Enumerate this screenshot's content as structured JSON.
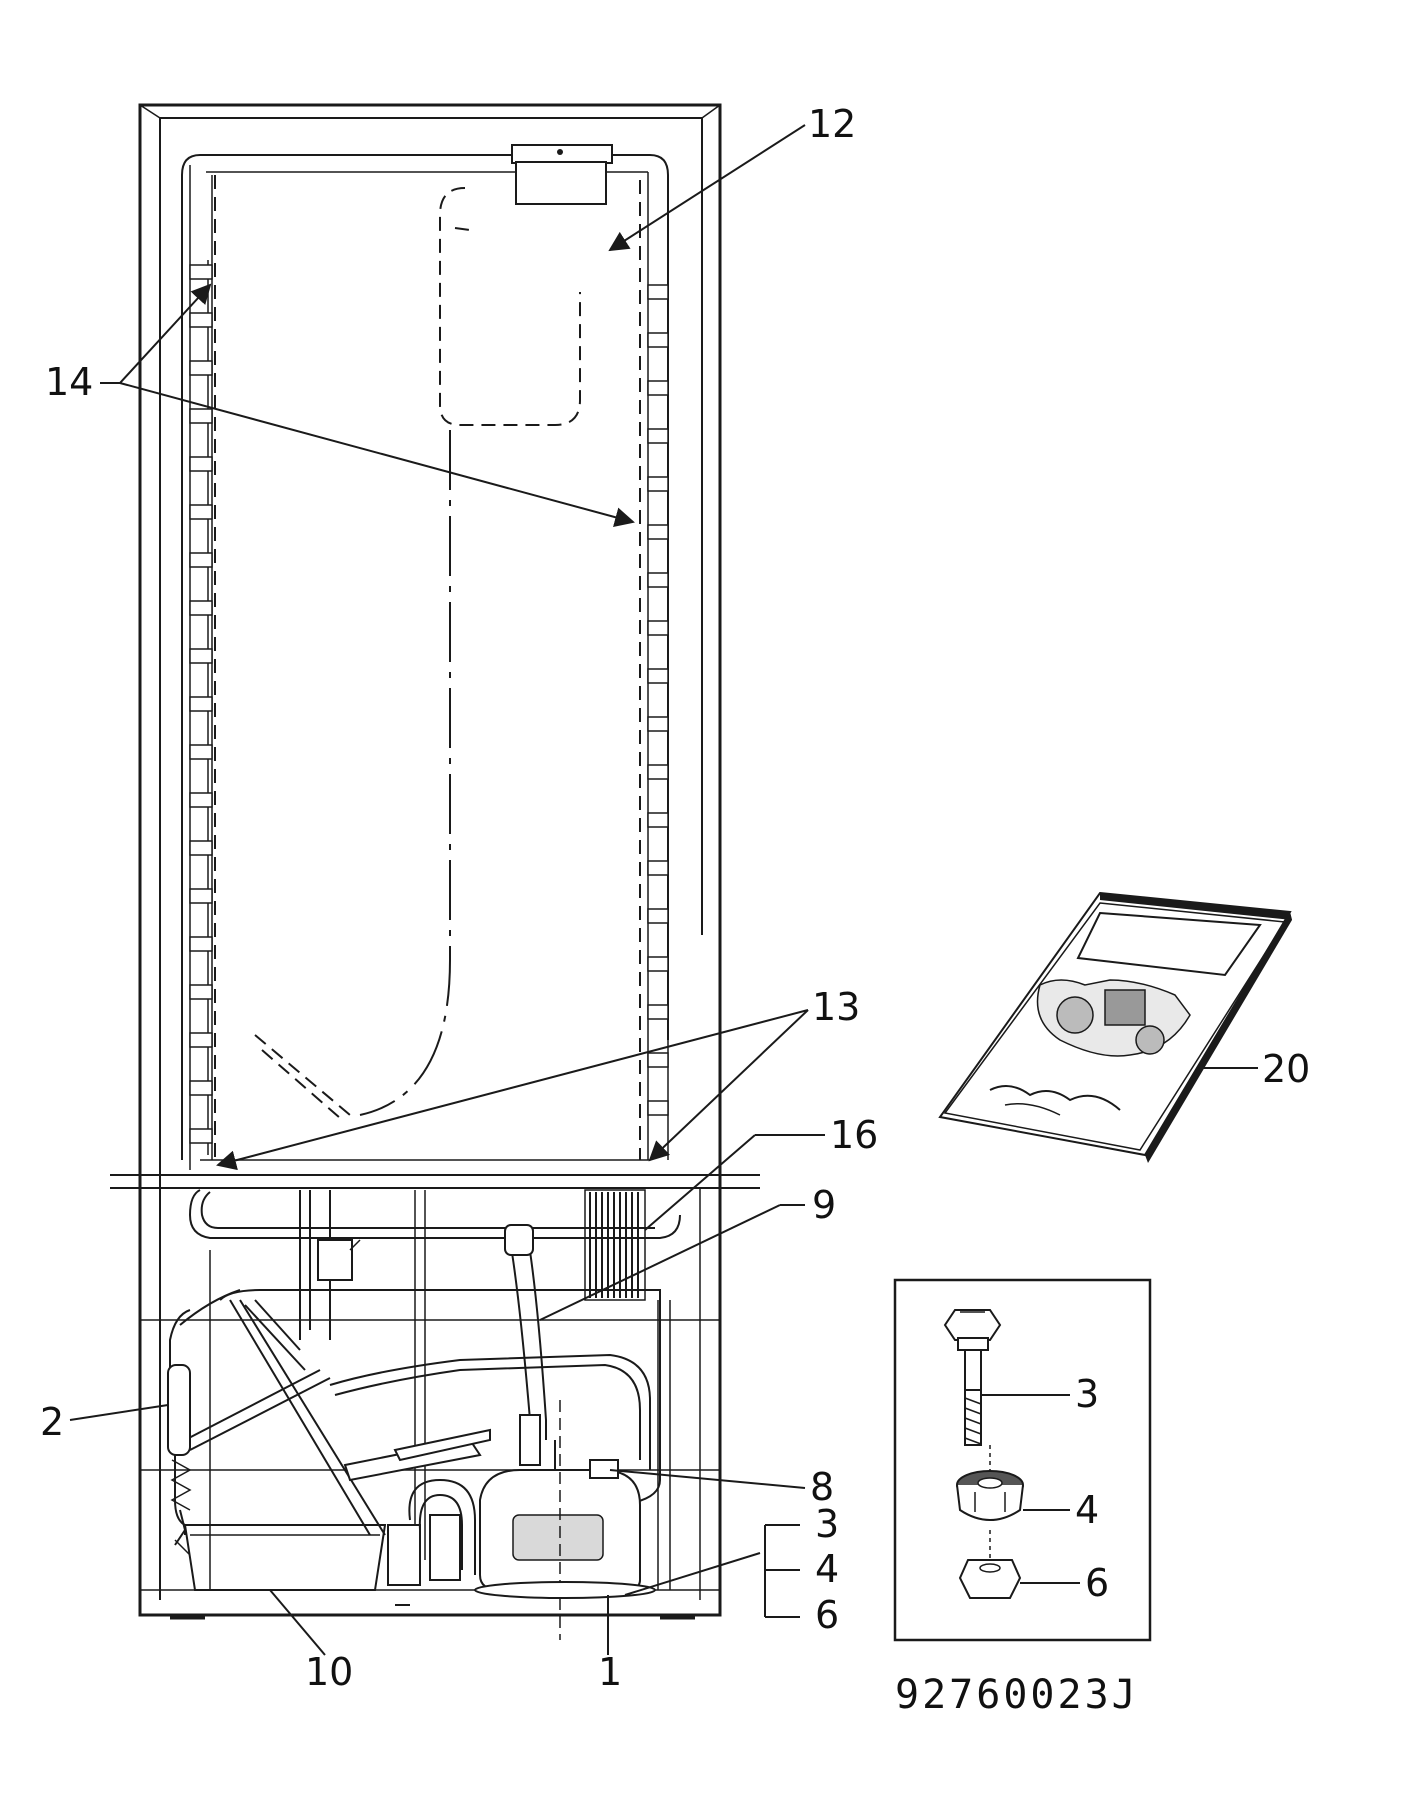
{
  "callouts": {
    "c1": "1",
    "c2": "2",
    "c3a": "3",
    "c4a": "4",
    "c6a": "6",
    "c3b": "3",
    "c4b": "4",
    "c6b": "6",
    "c8": "8",
    "c9": "9",
    "c10": "10",
    "c12": "12",
    "c13": "13",
    "c14": "14",
    "c16": "16",
    "c20": "20"
  },
  "diagram_code": "92760023J",
  "icons": {
    "manual": "instruction-booklet-icon",
    "bolt": "hex-bolt-icon",
    "bushing": "rubber-grommet-icon",
    "nut": "hex-nut-icon"
  }
}
